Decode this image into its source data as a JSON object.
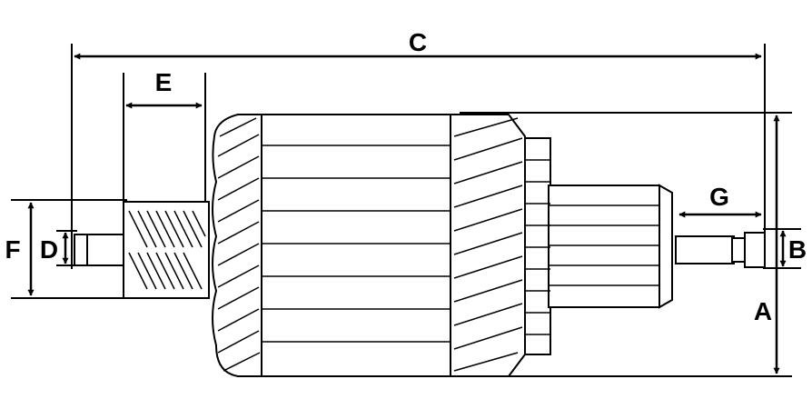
{
  "diagram": {
    "labels": {
      "A": "A",
      "B": "B",
      "C": "C",
      "D": "D",
      "E": "E",
      "F": "F",
      "G": "G"
    },
    "colors": {
      "stroke": "#000000",
      "background": "#ffffff"
    }
  }
}
